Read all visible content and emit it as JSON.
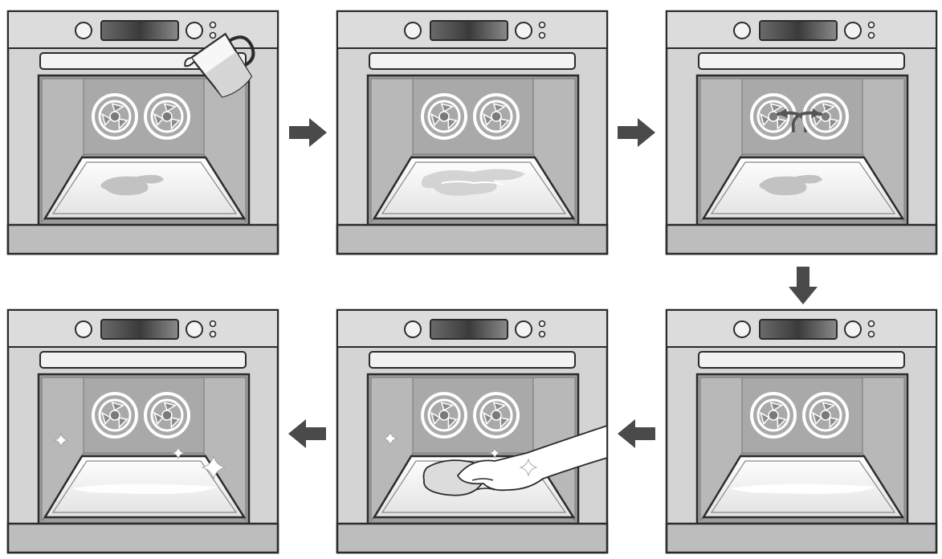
{
  "steps": [
    {
      "id": "pour-water",
      "order": 1,
      "row": 1,
      "col": 1
    },
    {
      "id": "water-spread",
      "order": 2,
      "row": 1,
      "col": 2
    },
    {
      "id": "fans-running",
      "order": 3,
      "row": 1,
      "col": 3
    },
    {
      "id": "clean-floor",
      "order": 4,
      "row": 2,
      "col": 3
    },
    {
      "id": "wipe-floor",
      "order": 5,
      "row": 2,
      "col": 2
    },
    {
      "id": "sparkling-clean",
      "order": 6,
      "row": 2,
      "col": 1
    }
  ],
  "arrows": [
    {
      "id": "arrow-1-to-2",
      "direction": "right"
    },
    {
      "id": "arrow-2-to-3",
      "direction": "right"
    },
    {
      "id": "arrow-3-to-4",
      "direction": "down"
    },
    {
      "id": "arrow-4-to-5",
      "direction": "left"
    },
    {
      "id": "arrow-5-to-6",
      "direction": "left"
    }
  ],
  "colors": {
    "panel": "#d4d4d4",
    "panel_dark": "#bdbdbd",
    "cavity_back": "#a9a9a9",
    "cavity_side": "#b8b8b8",
    "floor": "#efefef",
    "outline": "#2b2b2b",
    "arrow": "#4a4a4a",
    "water": "#bcbcbc",
    "fan_ring": "#ffffff"
  }
}
